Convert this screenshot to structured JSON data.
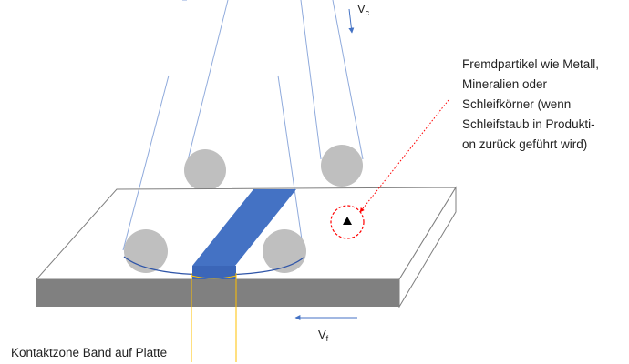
{
  "labels": {
    "vc_main": "V",
    "vc_sub": "c",
    "vf_main": "V",
    "vf_sub": "f",
    "contact_zone": "Kontaktzone Band auf Platte"
  },
  "annotation": {
    "lines": [
      "Fremdpartikel wie Metall,",
      "Mineralien oder",
      "Schleifkörner (wenn",
      "Schleifstaub in Produkti-",
      "on zurück geführt wird)"
    ]
  },
  "colors": {
    "belt": "#4472c4",
    "belt_dark": "#2f55a8",
    "plate_side": "#808080",
    "plate_outline": "#7f7f7f",
    "roller": "#bfbfbf",
    "belt_outline": "#8faadc",
    "arrow": "#4472c4",
    "marker": "#ff0000",
    "contact_zone": "#ffc000"
  }
}
